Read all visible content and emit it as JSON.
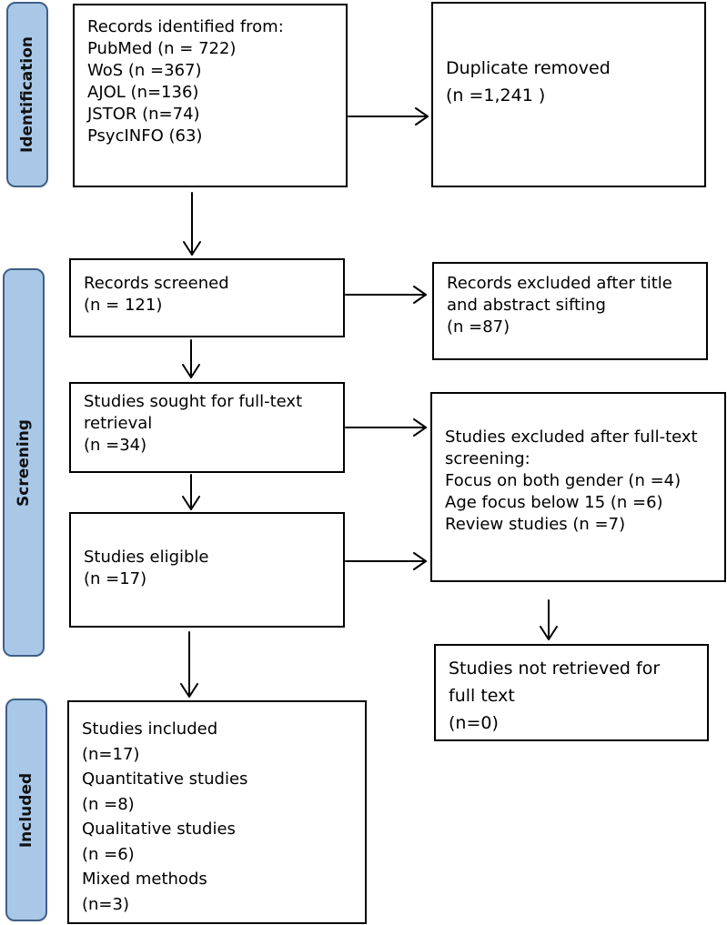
{
  "phases": {
    "identification": "Identification",
    "screening": "Screening",
    "included": "Included"
  },
  "boxes": {
    "records_identified": {
      "lines": [
        "Records identified from:",
        "PubMed (n = 722)",
        "WoS (n =367)",
        "AJOL (n=136)",
        "JSTOR (n=74)",
        "PsycINFO (63)"
      ]
    },
    "duplicates_removed": {
      "lines": [
        "Duplicate removed",
        "(n =1,241 )"
      ]
    },
    "records_screened": {
      "lines": [
        "Records screened",
        "(n = 121)"
      ]
    },
    "records_excluded": {
      "lines": [
        "Records excluded after title",
        "and abstract sifting",
        "(n =87)"
      ]
    },
    "sought_retrieval": {
      "lines": [
        "Studies sought for full-text",
        "retrieval",
        "(n =34)"
      ]
    },
    "excluded_fulltext": {
      "lines": [
        "Studies excluded after full-text",
        "screening:",
        "Focus on both gender (n =4)",
        "Age focus below 15 (n =6)",
        "Review studies (n =7)"
      ]
    },
    "eligible": {
      "lines": [
        "Studies eligible",
        "(n =17)"
      ]
    },
    "not_retrieved": {
      "lines": [
        "Studies not retrieved for",
        "full text",
        "(n=0)"
      ]
    },
    "included": {
      "lines": [
        "Studies included",
        "(n=17)",
        "Quantitative studies",
        "(n =8)",
        "Qualitative studies",
        "(n =6)",
        "Mixed methods",
        "(n=3)"
      ]
    }
  },
  "colors": {
    "phase_fill": "#a9c8e8",
    "phase_border": "#3f5f86",
    "box_border": "#000000",
    "arrow": "#000000"
  }
}
